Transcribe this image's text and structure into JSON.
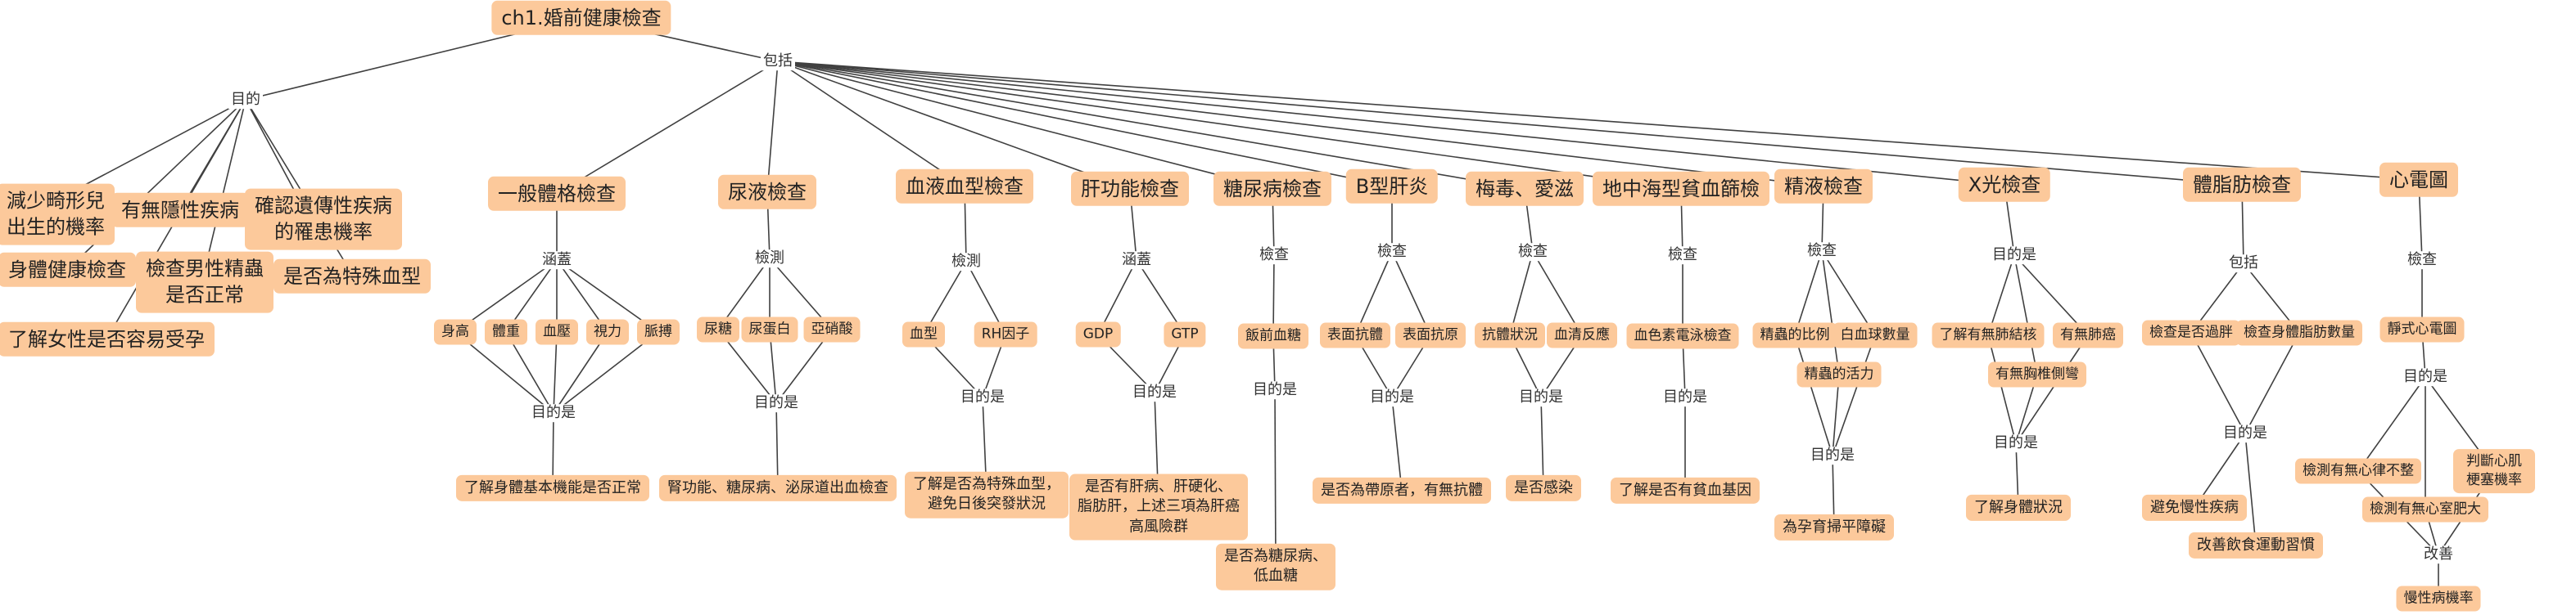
{
  "root": "ch1.婚前健康檢查",
  "junctions": {
    "purpose": "目的",
    "include": "包括",
    "covers": "涵蓋",
    "detect": "檢測",
    "check": "檢查",
    "purpose_is": "目的是",
    "improve": "改善"
  },
  "purposes": [
    "減少畸形兒\n出生的機率",
    "有無隱性疾病",
    "確認遺傳性疾病\n的罹患機率",
    "身體健康檢查",
    "檢查男性精蟲\n是否正常",
    "是否為特殊血型",
    "了解女性是否容易受孕"
  ],
  "categories": [
    "一般體格檢查",
    "尿液檢查",
    "血液血型檢查",
    "肝功能檢查",
    "糖尿病檢查",
    "B型肝炎",
    "梅毒、愛滋",
    "地中海型貧血篩檢",
    "精液檢查",
    "X光檢查",
    "體脂肪檢查",
    "心電圖"
  ],
  "general": {
    "items": [
      "身高",
      "體重",
      "血壓",
      "視力",
      "脈搏"
    ],
    "purpose": "了解身體基本機能是否正常"
  },
  "urine": {
    "items": [
      "尿糖",
      "尿蛋白",
      "亞硝酸"
    ],
    "purpose": "腎功能、糖尿病、泌尿道出血檢查"
  },
  "blood": {
    "items": [
      "血型",
      "RH因子"
    ],
    "purpose": "了解是否為特殊血型，\n避免日後突發狀況"
  },
  "liver": {
    "items": [
      "GDP",
      "GTP"
    ],
    "purpose": "是否有肝病、肝硬化、\n脂肪肝，上述三項為肝癌\n高風險群"
  },
  "diabetes": {
    "items": [
      "飯前血糖"
    ],
    "purpose": "是否為糖尿病、\n低血糖"
  },
  "hepb": {
    "items": [
      "表面抗體",
      "表面抗原"
    ],
    "purpose": "是否為帶原者，有無抗體"
  },
  "syphilis": {
    "items": [
      "抗體狀況",
      "血清反應"
    ],
    "purpose": "是否感染"
  },
  "thal": {
    "items": [
      "血色素電泳檢查"
    ],
    "purpose": "了解是否有貧血基因"
  },
  "semen": {
    "items": [
      "精蟲的比例",
      "白血球數量",
      "精蟲的活力"
    ],
    "purpose": "為孕育掃平障礙"
  },
  "xray": {
    "items": [
      "了解有無肺結核",
      "有無肺癌",
      "有無胸椎側彎"
    ],
    "purpose": "了解身體狀況"
  },
  "fat": {
    "items": [
      "檢查是否過胖",
      "檢查身體脂肪數量"
    ],
    "purposes": [
      "避免慢性疾病",
      "改善飲食運動習慣"
    ]
  },
  "ecg": {
    "items": [
      "靜式心電圖"
    ],
    "purposes": [
      "檢測有無心律不整",
      "判斷心肌梗塞機率",
      "檢測有無心室肥大"
    ],
    "final": "慢性病機率"
  }
}
